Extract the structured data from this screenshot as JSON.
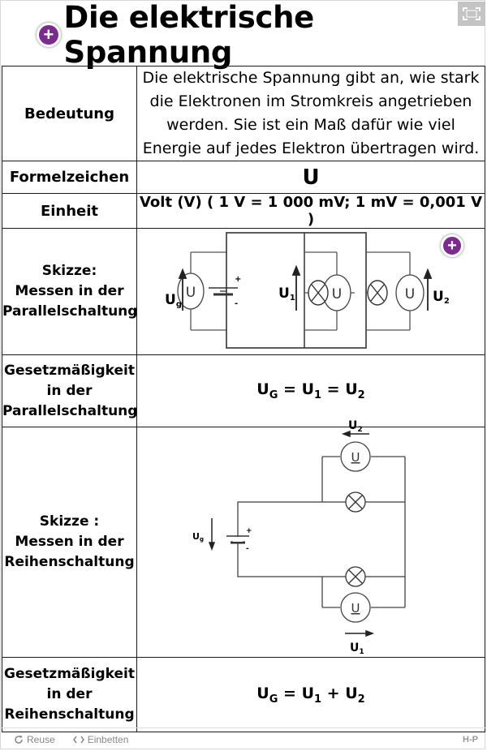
{
  "header": {
    "title": "Die elektrische Spannung"
  },
  "rows": {
    "bedeutung": {
      "label": "Bedeutung",
      "text": "Die elektrische Spannung gibt an, wie stark die Elektronen im Stromkreis angetrieben werden. Sie ist ein Maß dafür wie viel Energie auf jedes Elektron übertragen wird."
    },
    "formelzeichen": {
      "label": "Formelzeichen",
      "symbol": "U"
    },
    "einheit": {
      "label": "Einheit",
      "text": "Volt (V) ( 1 V = 1 000 mV; 1 mV = 0,001 V )"
    },
    "skizze_parallel": {
      "label_line1": "Skizze:",
      "label_line2": "Messen in der",
      "label_line3": "Parallelschaltung"
    },
    "gesetz_parallel": {
      "label_line1": "Gesetzmäßigkeit",
      "label_line2": "in der",
      "label_line3": "Parallelschaltung",
      "eq_u": "U",
      "eq_sub_g": "G",
      "eq_sub_1": "1",
      "eq_sub_2": "2",
      "eq_op1": " = ",
      "eq_op2": " = "
    },
    "skizze_reihe": {
      "label_line1": "Skizze :",
      "label_line2": "Messen in der",
      "label_line3": "Reihenschaltung"
    },
    "gesetz_reihe": {
      "label_line1": "Gesetzmäßigkeit",
      "label_line2": "in der",
      "label_line3": "Reihenschaltung",
      "eq_u": "U",
      "eq_sub_g": "G",
      "eq_sub_1": "1",
      "eq_sub_2": "2",
      "eq_op1": " = ",
      "eq_op2": " + "
    }
  },
  "diagram_parallel": {
    "meter": "U",
    "ug_main": "U",
    "ug_sub": "g",
    "u1_main": "U",
    "u1_sub": "1",
    "u2_main": "U",
    "u2_sub": "2",
    "plus": "+",
    "minus": "-"
  },
  "diagram_series": {
    "meter": "U",
    "ug_main": "U",
    "ug_sub": "g",
    "u1_main": "U",
    "u1_sub": "1",
    "u2_main": "U",
    "u2_sub": "2",
    "plus": "+",
    "minus": "-"
  },
  "footer": {
    "reuse": "Reuse",
    "embed": "Einbetten",
    "brand": "H-P"
  },
  "icons": [
    "plus-icon",
    "fullscreen-icon",
    "reuse-icon",
    "embed-icon"
  ],
  "colors": {
    "accent": "#7b2a8e"
  }
}
